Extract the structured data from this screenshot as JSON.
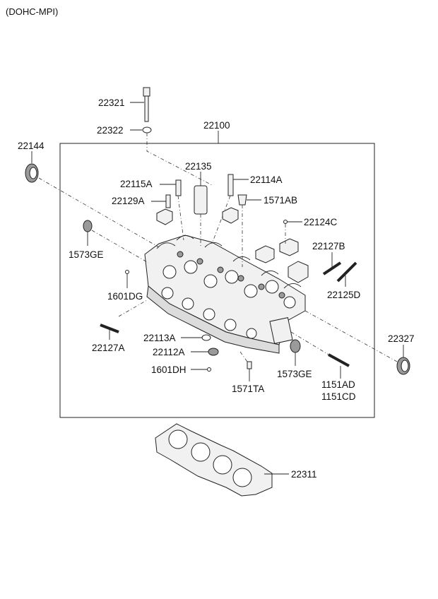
{
  "header": {
    "engine_variant": "(DOHC-MPI)"
  },
  "labels": {
    "p22321": "22321",
    "p22322": "22322",
    "p22100": "22100",
    "p22144": "22144",
    "p22135": "22135",
    "p22115A": "22115A",
    "p22114A": "22114A",
    "p22129A": "22129A",
    "p1571AB": "1571AB",
    "p22124C": "22124C",
    "p1573GE_left": "1573GE",
    "p22127B": "22127B",
    "p1601DG": "1601DG",
    "p22125D": "22125D",
    "p22127A": "22127A",
    "p22113A": "22113A",
    "p22112A": "22112A",
    "p22327": "22327",
    "p1601DH": "1601DH",
    "p1573GE_right": "1573GE",
    "p1571TA": "1571TA",
    "p1151AD": "1151AD",
    "p1151CD": "1151CD",
    "p22311": "22311"
  }
}
